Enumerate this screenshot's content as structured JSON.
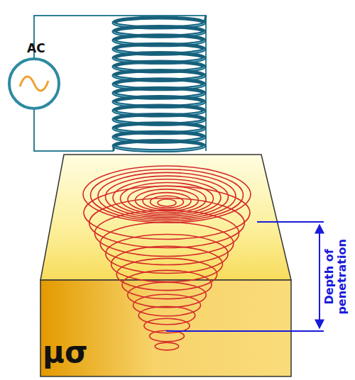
{
  "diagram": {
    "labels": [
      "AC",
      "μσ",
      "Depth of penetration"
    ]
  }
}
